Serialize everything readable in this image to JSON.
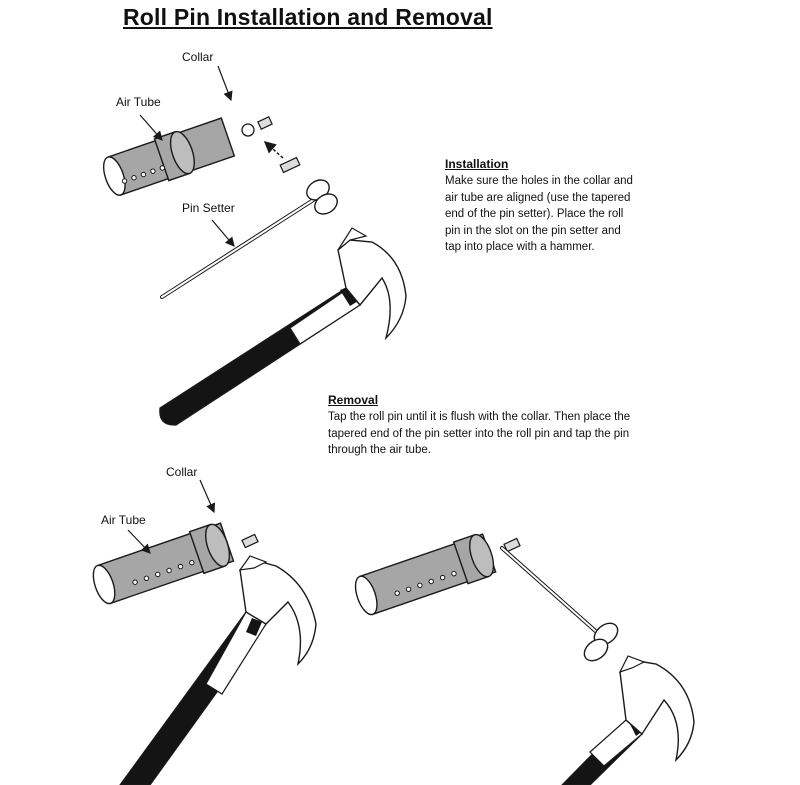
{
  "title": "Roll Pin Installation and Removal",
  "labels": {
    "collar_top": "Collar",
    "air_tube_top": "Air Tube",
    "pin_setter": "Pin Setter",
    "collar_bottom": "Collar",
    "air_tube_bottom": "Air Tube"
  },
  "installation": {
    "heading": "Installation",
    "lines": [
      "Make sure the holes in the collar and",
      "air tube are aligned (use the tapered",
      "end of the pin setter).  Place the roll",
      "pin in the slot on the pin setter and",
      "tap into place with a hammer."
    ]
  },
  "removal": {
    "heading": "Removal",
    "lines": [
      "Tap the roll pin until it is flush with the collar.  Then place the",
      "tapered end of the pin setter into the roll pin and tap the pin",
      "through the air tube."
    ]
  },
  "colors": {
    "tube": "#a6a6a6",
    "handle": "#141414",
    "outline": "#1a1a1a",
    "paper": "#ffffff"
  }
}
